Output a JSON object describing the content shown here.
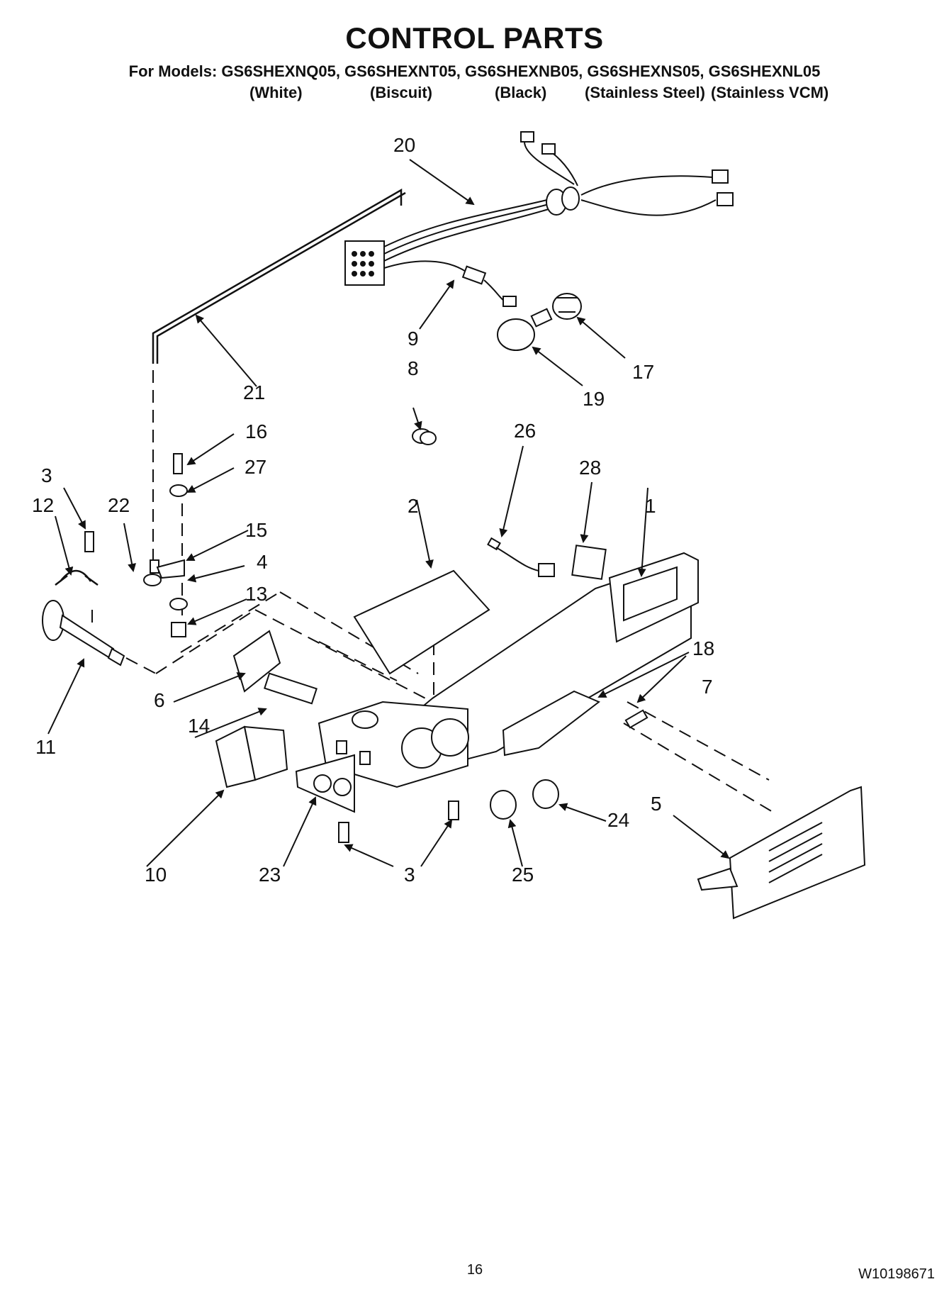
{
  "header": {
    "title": "CONTROL PARTS",
    "models_line": "For Models: GS6SHEXNQ05, GS6SHEXNT05, GS6SHEXNB05, GS6SHEXNS05, GS6SHEXNL05",
    "colors": [
      "(White)",
      "(Biscuit)",
      "(Black)",
      "(Stainless Steel)",
      "(Stainless VCM)"
    ]
  },
  "callouts": [
    "1",
    "2",
    "3",
    "3",
    "4",
    "5",
    "6",
    "7",
    "8",
    "9",
    "10",
    "11",
    "12",
    "13",
    "14",
    "15",
    "16",
    "17",
    "18",
    "19",
    "20",
    "21",
    "22",
    "23",
    "24",
    "25",
    "26",
    "27",
    "28"
  ],
  "footer": {
    "page_number": "16",
    "doc_code": "W10198671"
  }
}
